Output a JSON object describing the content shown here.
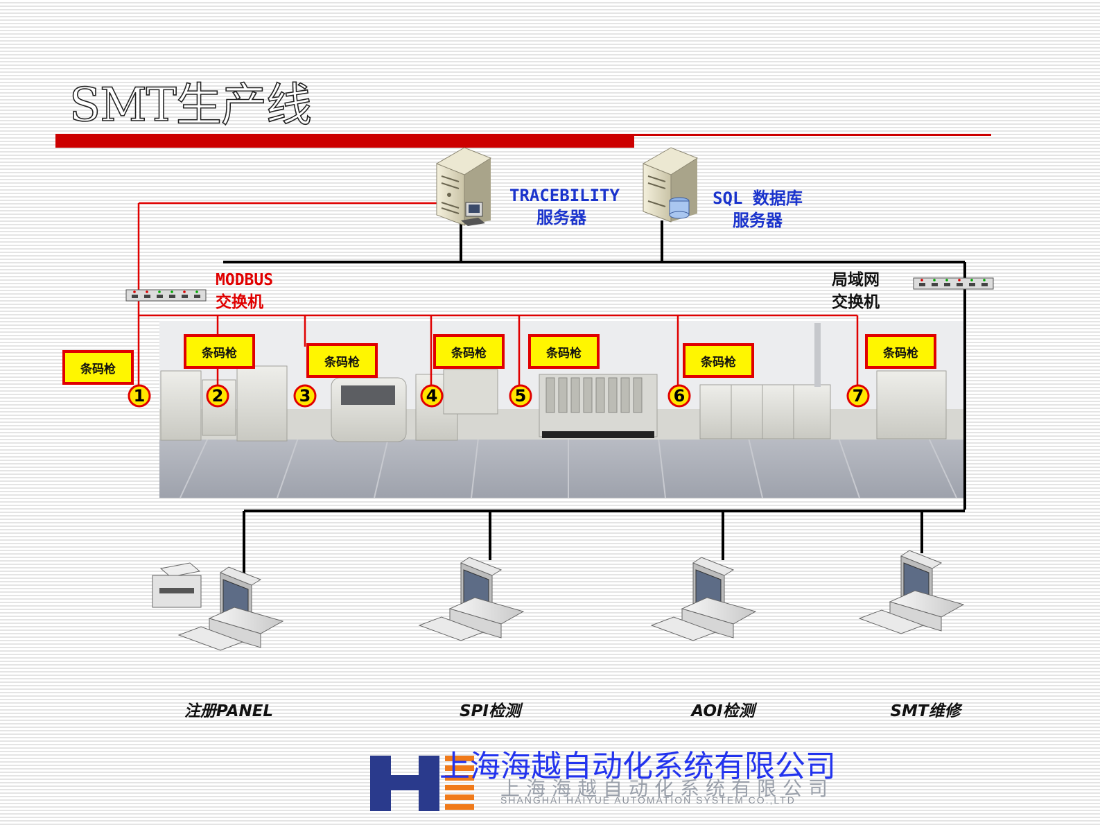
{
  "slide": {
    "title": "SMT生产线",
    "accent_color": "#cc0000"
  },
  "servers": {
    "traceability": {
      "line1": "TRACEBILITY",
      "line2": "服务器",
      "icon": "server-tower-icon"
    },
    "sql": {
      "line1": "SQL 数据库",
      "line2": "服务器",
      "icon": "database-server-icon"
    }
  },
  "switches": {
    "modbus": {
      "line1": "MODBUS",
      "line2": "交换机",
      "color": "#e00000"
    },
    "lan": {
      "line1": "局域网",
      "line2": "交换机",
      "color": "#111111"
    }
  },
  "scanners": [
    {
      "label": "条码枪",
      "station": "1"
    },
    {
      "label": "条码枪",
      "station": "2"
    },
    {
      "label": "条码枪",
      "station": "3"
    },
    {
      "label": "条码枪",
      "station": "4"
    },
    {
      "label": "条码枪",
      "station": "5"
    },
    {
      "label": "条码枪",
      "station": "6"
    },
    {
      "label": "条码枪",
      "station": "7"
    }
  ],
  "stations": [
    "1",
    "2",
    "3",
    "4",
    "5",
    "6",
    "7"
  ],
  "workstations": [
    {
      "label": "注册PANEL",
      "has_printer": true
    },
    {
      "label": "SPI检测",
      "has_printer": false
    },
    {
      "label": "AOI检测",
      "has_printer": false
    },
    {
      "label": "SMT维修",
      "has_printer": false
    }
  ],
  "company": {
    "name_cn": "上海海越自动化系统有限公司",
    "name_cn_sub": "上海海越自动化系统有限公司",
    "name_en": "SHANGHAI HAIYUE AUTOMATION SYSTEM CO.,LTD",
    "logo_colors": [
      "#2a3a8c",
      "#f07a1a"
    ]
  },
  "colors": {
    "modbus_line": "#e00000",
    "lan_line": "#000000",
    "scanner_fill": "#fff600",
    "label_blue": "#1a33cc"
  }
}
